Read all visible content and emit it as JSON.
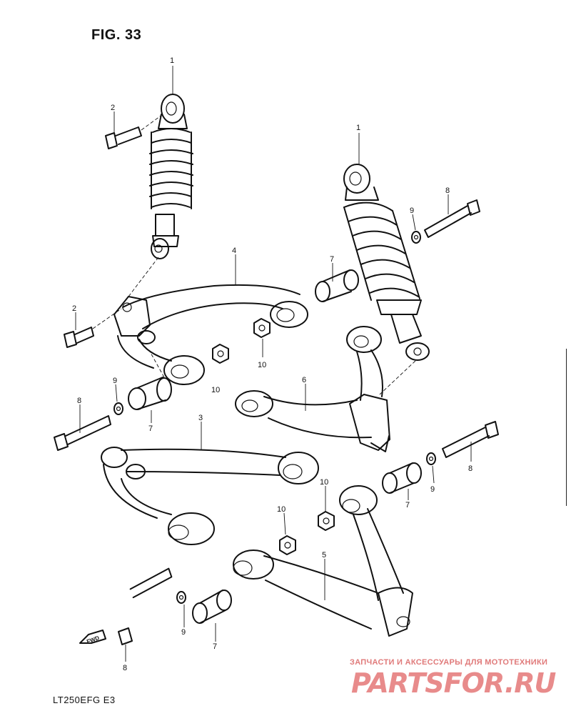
{
  "figure": {
    "title": "FIG. 33",
    "model_code": "LT250EFG  E3"
  },
  "watermark": {
    "tagline": "ЗАПЧАСТИ И АКСЕССУАРЫ ДЛЯ МОТОТЕХНИКИ",
    "logo": "PARTSFOR.RU"
  },
  "direction_label": "FWD",
  "callouts": {
    "shock_left": "1",
    "shock_right": "1",
    "bolt_2_upper": "2",
    "bolt_2_lower": "2",
    "arm_3": "3",
    "arm_4": "4",
    "arm_5": "5",
    "arm_6": "6",
    "bushing_7_a": "7",
    "bushing_7_b": "7",
    "bushing_7_c": "7",
    "bushing_7_d": "7",
    "bolt_8_a": "8",
    "bolt_8_b": "8",
    "bolt_8_c": "8",
    "bolt_8_d": "8",
    "washer_9_a": "9",
    "washer_9_b": "9",
    "washer_9_c": "9",
    "washer_9_d": "9",
    "nut_10_a": "10",
    "nut_10_b": "10",
    "nut_10_c": "10",
    "nut_10_d": "10"
  }
}
